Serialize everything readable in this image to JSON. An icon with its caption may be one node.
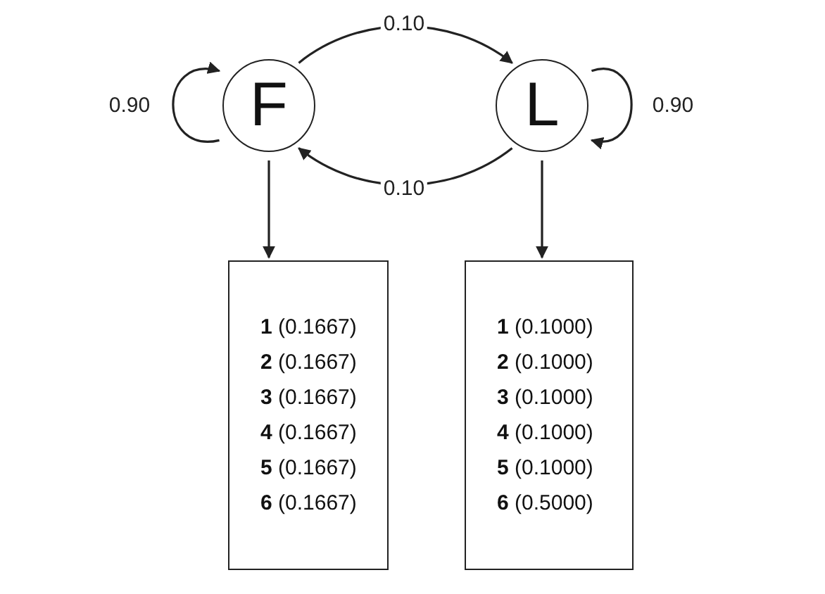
{
  "diagram": {
    "nodes": [
      {
        "text": [
          "F"
        ]
      },
      {
        "text": [
          "L"
        ]
      },
      {
        "text": [
          "**1** (0.1667)",
          "**2** (0.1667)",
          "**3** (0.1667)",
          "**4** (0.1667)",
          "**5** (0.1667)",
          "**6** (0.1667)"
        ]
      },
      {
        "text": [
          "**1** (0.1000)",
          "**2** (0.1000)",
          "**3** (0.1000)",
          "**4** (0.1000)",
          "**5** (0.1000)",
          "**6** (0.5000)"
        ]
      }
    ],
    "edges": [
      {
        "from": 0,
        "to": 0,
        "arrow": "to",
        "label": "0.90"
      },
      {
        "from": 0,
        "to": 1,
        "arrow": "to",
        "label": "0.10"
      },
      {
        "from": 1,
        "to": 0,
        "arrow": "to",
        "label": "0.10"
      },
      {
        "from": 1,
        "to": 1,
        "arrow": "to",
        "label": "0.90"
      },
      {
        "from": 0,
        "to": 2,
        "arrow": "to"
      },
      {
        "from": 1,
        "to": 3,
        "arrow": "to"
      }
    ]
  }
}
